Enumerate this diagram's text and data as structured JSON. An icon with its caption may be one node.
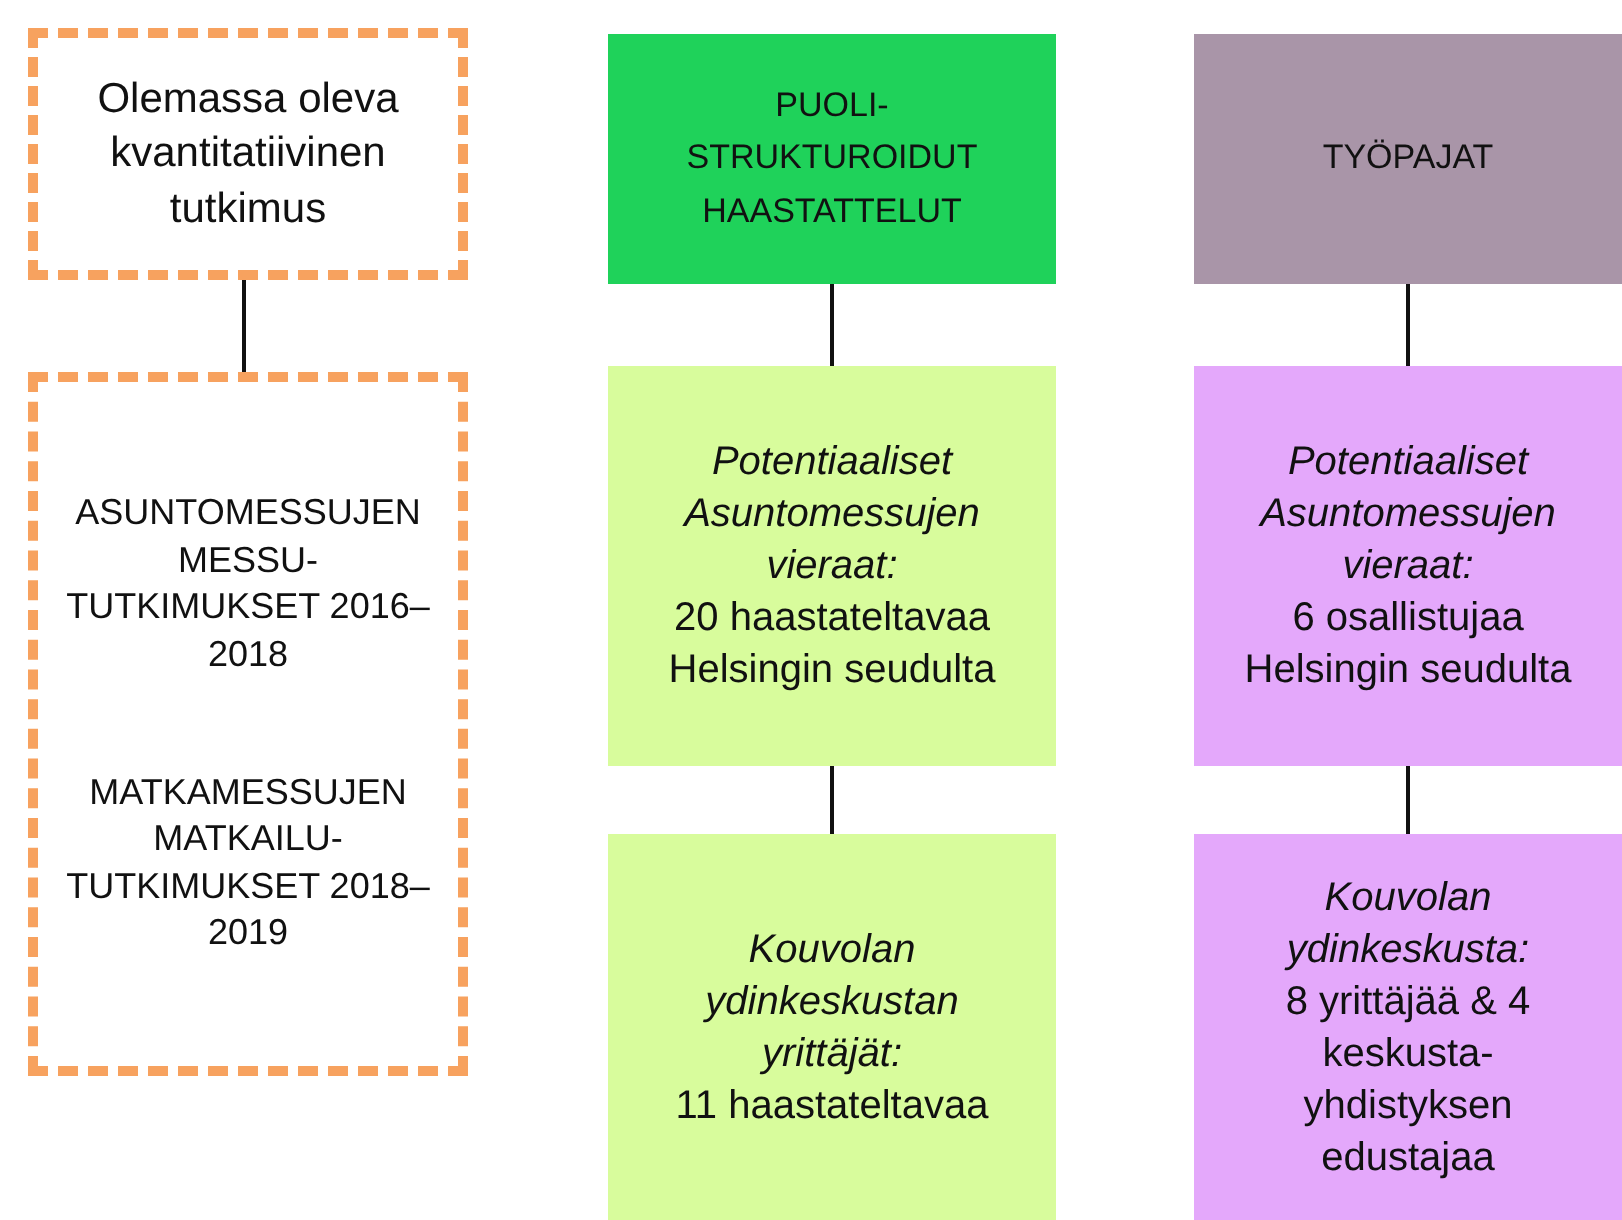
{
  "diagram": {
    "nodes": [
      {
        "text": [
          "Olemassa oleva kvantitatiivinen tutkimus"
        ]
      },
      {
        "text": [
          "ASUNTOMESSUJEN MESSU-TUTKIMUKSET 2016–2018",
          "MATKAMESSUJEN MATKAILU-TUTKIMUKSET 2018–2019"
        ]
      },
      {
        "text": [
          "PUOLI-STRUKTUROIDUT HAASTATTELUT"
        ]
      },
      {
        "text": [
          "Potentiaaliset Asuntomessujen vieraat:",
          "20 haastateltavaa Helsingin seudulta"
        ]
      },
      {
        "text": [
          "Kouvolan ydinkeskustan yrittäjät:",
          "11 haastateltavaa"
        ]
      },
      {
        "text": [
          "TYÖPAJAT"
        ]
      },
      {
        "text": [
          "Potentiaaliset Asuntomessujen vieraat:",
          "6 osallistujaa Helsingin seudulta"
        ]
      },
      {
        "text": [
          "Kouvolan ydinkeskusta:",
          "8 yrittäjää & 4 keskusta-yhdistyksen edustajaa"
        ]
      }
    ],
    "edges": [
      {
        "from": 0,
        "to": 1,
        "arrow": "none"
      },
      {
        "from": 2,
        "to": 3,
        "arrow": "none"
      },
      {
        "from": 3,
        "to": 4,
        "arrow": "none"
      },
      {
        "from": 5,
        "to": 6,
        "arrow": "none"
      },
      {
        "from": 6,
        "to": 7,
        "arrow": "none"
      }
    ]
  }
}
